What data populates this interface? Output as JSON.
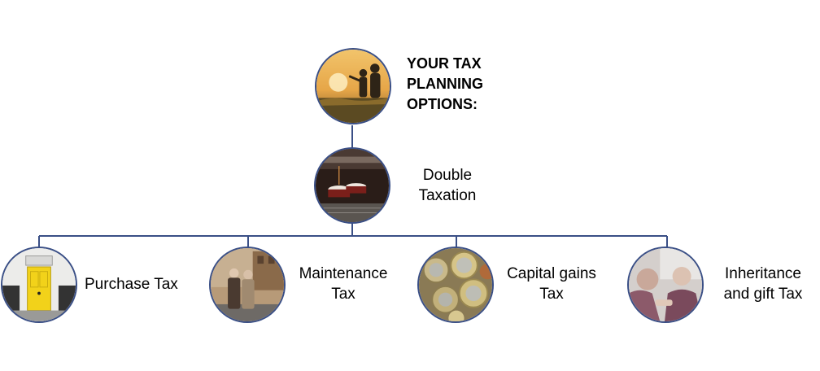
{
  "diagram": {
    "root": {
      "title_lines": [
        "YOUR TAX",
        "PLANNING",
        "OPTIONS:"
      ],
      "photo": "family-sunset-photo"
    },
    "middle": {
      "label_lines": [
        "Double",
        "Taxation"
      ],
      "photo": "espresso-machine-photo"
    },
    "children": [
      {
        "label_lines": [
          "Purchase Tax"
        ],
        "photo": "yellow-door-photo"
      },
      {
        "label_lines": [
          "Maintenance",
          "Tax"
        ],
        "photo": "couple-walking-photo"
      },
      {
        "label_lines": [
          "Capital gains",
          "Tax"
        ],
        "photo": "euro-coins-photo"
      },
      {
        "label_lines": [
          "Inheritance",
          "and gift Tax"
        ],
        "photo": "elderly-people-photo"
      }
    ],
    "colors": {
      "connector": "#3a4f86",
      "border": "#3a4f86"
    }
  }
}
